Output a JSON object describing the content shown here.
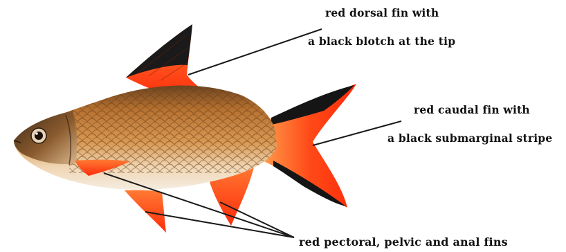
{
  "labels": {
    "dorsal_line1": "red dorsal fin with",
    "dorsal_line2": "a black blotch at the tip",
    "caudal_line1": "red caudal fin with",
    "caudal_line2": "a black submarginal stripe",
    "other_fins": "red pectoral, pelvic and anal fins"
  },
  "colors": {
    "fin_red": "#ff3a12",
    "fin_black": "#141414",
    "body_bronze": "#c7823f",
    "belly": "#f1e7d6",
    "line": "#1a1a1a"
  }
}
